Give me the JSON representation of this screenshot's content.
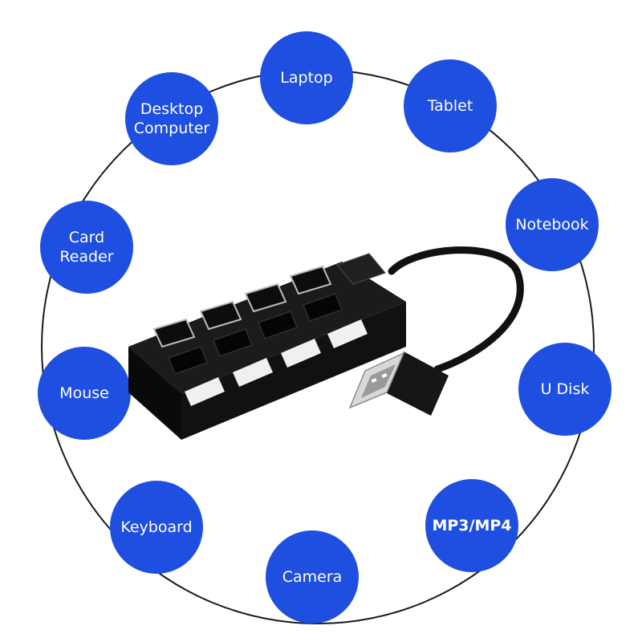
{
  "accent": "#1f4fe0",
  "devices": [
    {
      "label": "Laptop",
      "name": "device-laptop"
    },
    {
      "label": "Tablet",
      "name": "device-tablet"
    },
    {
      "label": "Notebook",
      "name": "device-notebook"
    },
    {
      "label": "U Disk",
      "name": "device-u-disk"
    },
    {
      "label": "MP3/MP4",
      "name": "device-mp3-mp4"
    },
    {
      "label": "Camera",
      "name": "device-camera"
    },
    {
      "label": "Keyboard",
      "name": "device-keyboard"
    },
    {
      "label": "Mouse",
      "name": "device-mouse"
    },
    {
      "label": "Card\nReader",
      "name": "device-card-reader"
    },
    {
      "label": "Desktop\nComputer",
      "name": "device-desktop-computer"
    }
  ],
  "product": {
    "icon": "usb-hub-icon",
    "ports": 4
  }
}
